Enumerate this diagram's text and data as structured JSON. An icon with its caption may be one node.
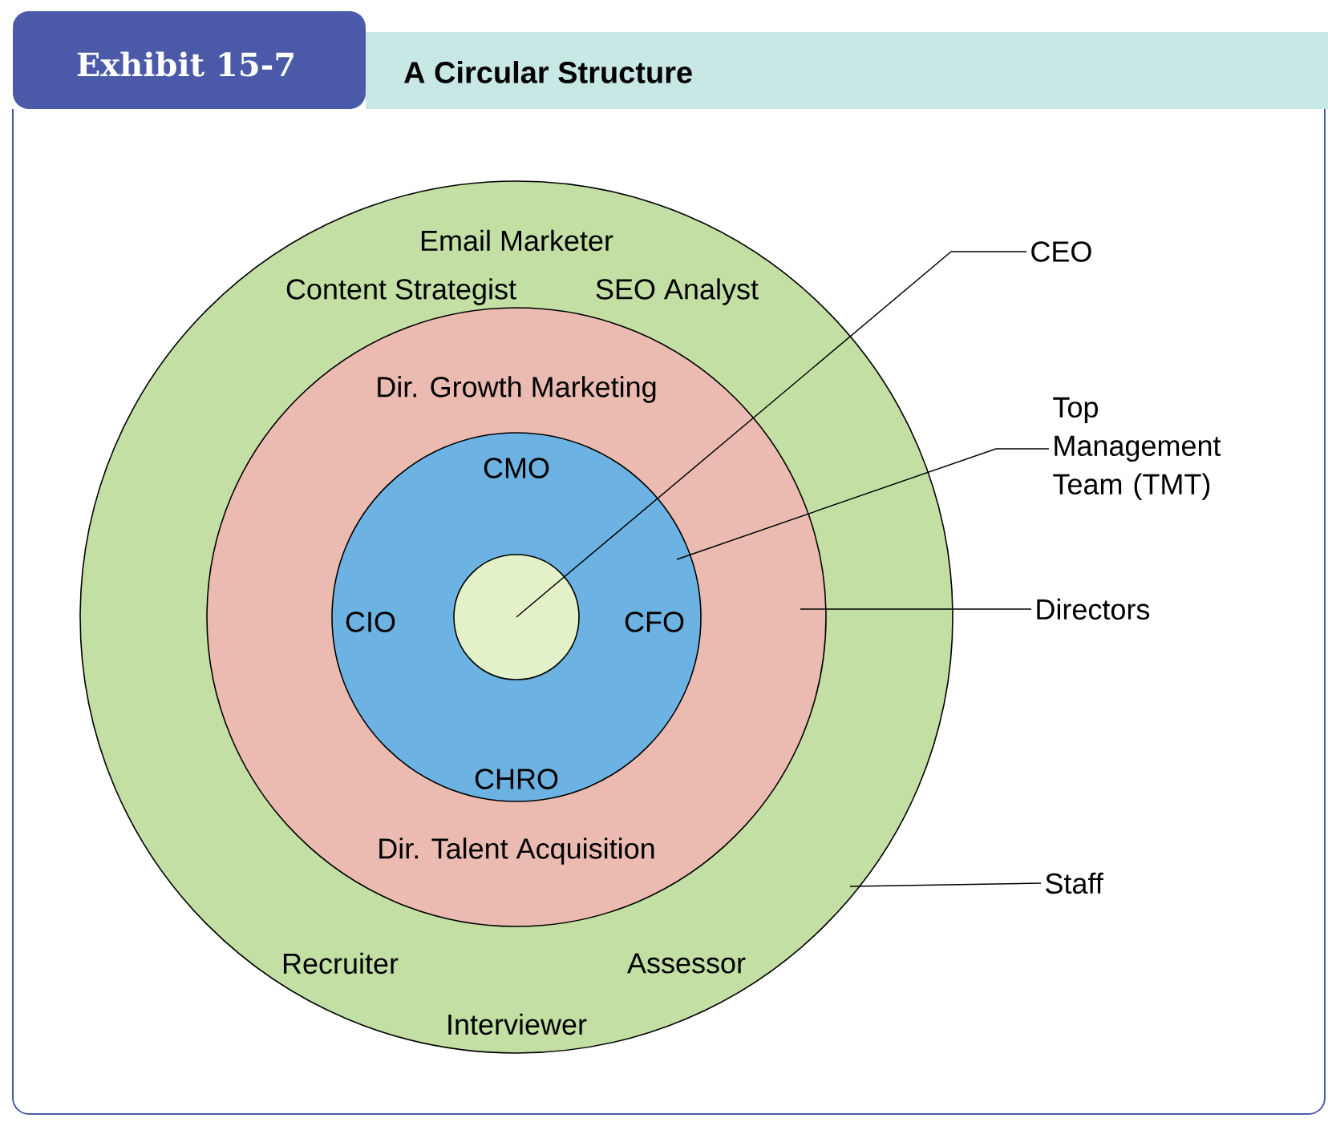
{
  "diagram": {
    "title": "A Circular Structure",
    "nodes": [
      {
        "text": [
          "Email Marketer",
          "Content Strategist",
          "SEO Analyst",
          "Recruiter",
          "Assessor",
          "Interviewer"
        ]
      },
      {
        "text": [
          "Dir. Growth Marketing",
          "Dir. Talent Acquisition"
        ],
        "in": 0
      },
      {
        "text": [
          "CMO",
          "CIO",
          "CFO",
          "CHRO"
        ],
        "in": 1
      },
      {
        "text": [],
        "shape": "circle",
        "in": 2
      },
      {
        "text": [
          "CEO"
        ]
      },
      {
        "text": [
          "Top Management Team (TMT)"
        ]
      },
      {
        "text": [
          "Directors"
        ]
      },
      {
        "text": [
          "Staff"
        ]
      }
    ],
    "edges": [
      {
        "from": 4,
        "to": 3,
        "arrow": "none"
      },
      {
        "from": 5,
        "to": 2,
        "arrow": "none"
      },
      {
        "from": 6,
        "to": 1,
        "arrow": "none"
      },
      {
        "from": 7,
        "to": 0,
        "arrow": "none"
      }
    ],
    "labels": [
      "Exhibit 15-7"
    ]
  }
}
